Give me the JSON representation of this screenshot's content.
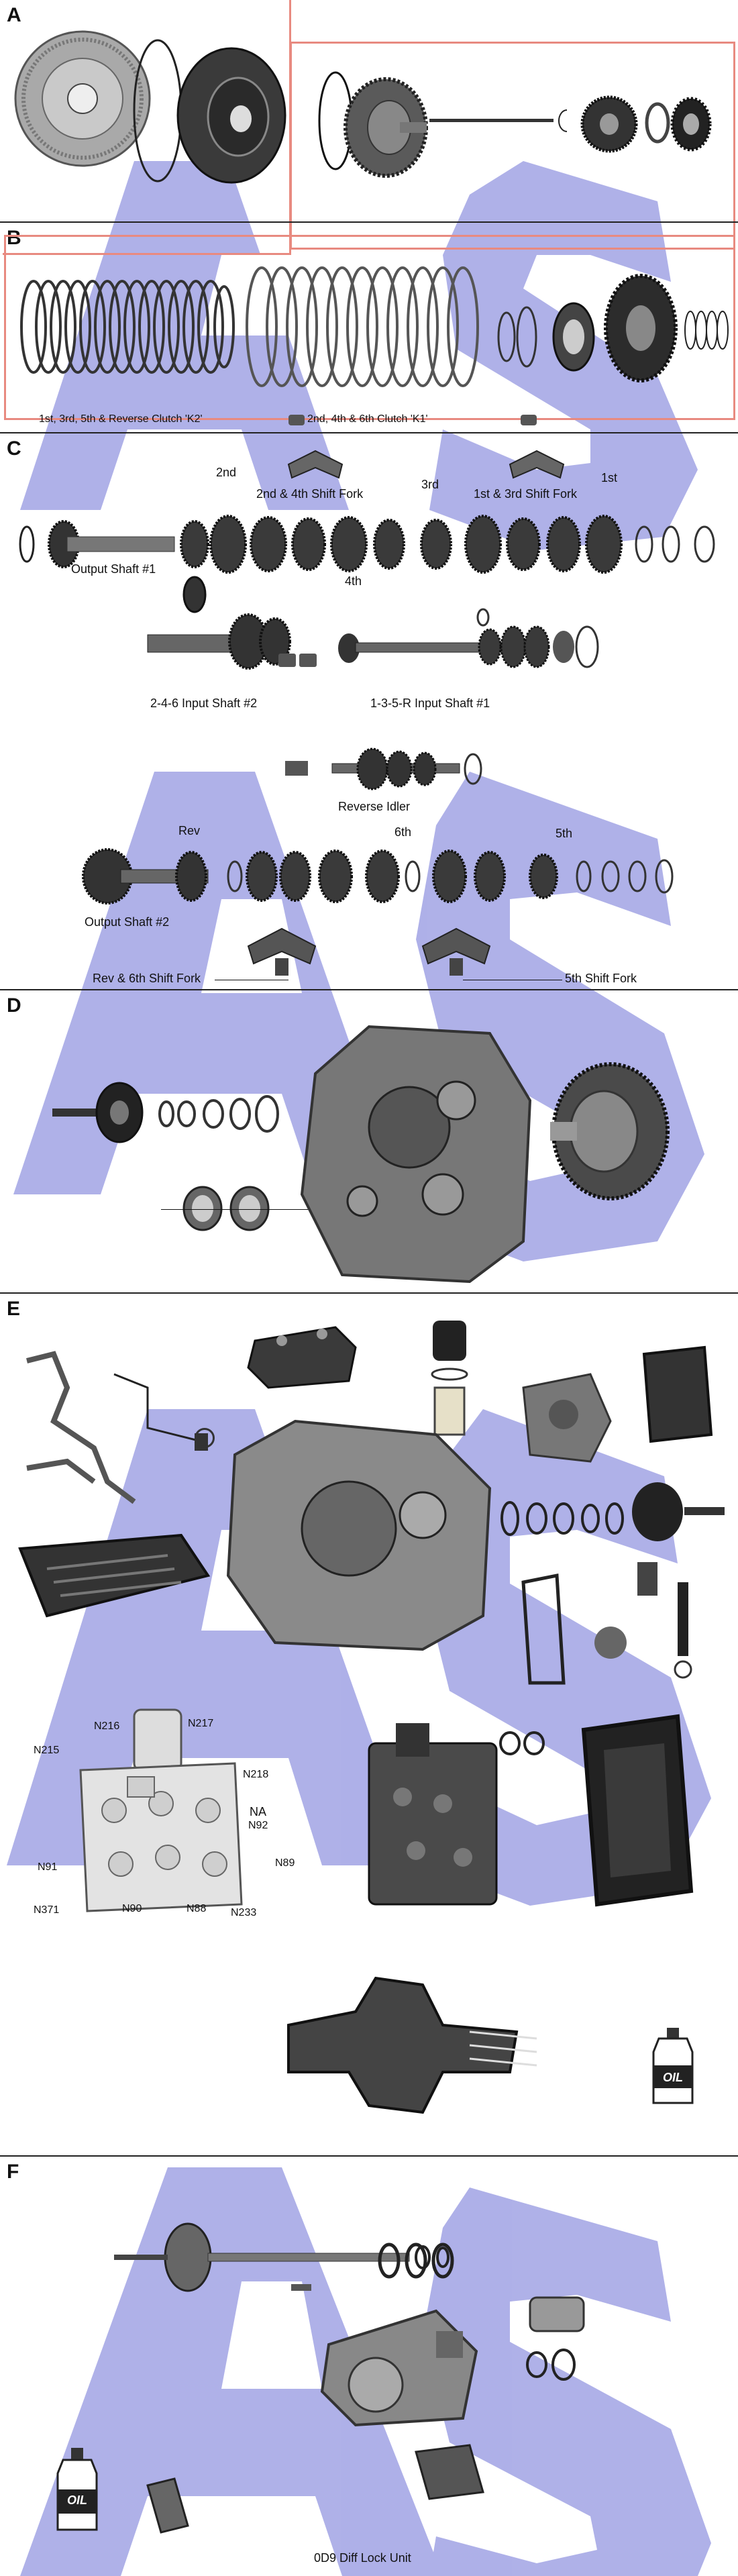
{
  "colors": {
    "watermark": "#a6a8e6",
    "highlight": "#e88a80",
    "divider": "#222222"
  },
  "sections": {
    "a": {
      "letter": "A"
    },
    "b": {
      "letter": "B"
    },
    "c": {
      "letter": "C"
    },
    "d": {
      "letter": "D"
    },
    "e": {
      "letter": "E"
    },
    "f": {
      "letter": "F"
    }
  },
  "labels": {
    "clutch_k2": "1st, 3rd, 5th & Reverse Clutch 'K2'",
    "clutch_k1": "2nd, 4th & 6th Clutch 'K1'",
    "gear_2nd": "2nd",
    "fork_2_4": "2nd & 4th Shift Fork",
    "gear_3rd": "3rd",
    "fork_1_3": "1st & 3rd Shift Fork",
    "gear_1st": "1st",
    "output_shaft_1": "Output Shaft #1",
    "gear_4th": "4th",
    "input_shaft_2": "2-4-6 Input Shaft #2",
    "input_shaft_1": "1-3-5-R Input Shaft #1",
    "reverse_idler": "Reverse Idler",
    "gear_rev": "Rev",
    "gear_6th": "6th",
    "gear_5th": "5th",
    "output_shaft_2": "Output Shaft #2",
    "fork_rev_6": "Rev & 6th Shift Fork",
    "fork_5": "5th Shift Fork",
    "sol_n216": "N216",
    "sol_n217": "N217",
    "sol_n215": "N215",
    "sol_n218": "N218",
    "sol_na": "NA",
    "sol_n92": "N92",
    "sol_n91": "N91",
    "sol_n89": "N89",
    "sol_n371": "N371",
    "sol_n90": "N90",
    "sol_n88": "N88",
    "sol_n233": "N233",
    "oil_bottle": "OIL",
    "diff_lock": "0D9 Diff Lock Unit"
  }
}
